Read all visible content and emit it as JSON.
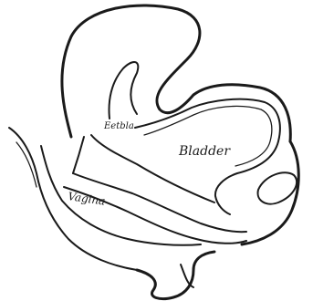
{
  "labels": {
    "uterus": "Eetbla",
    "bladder": "Bladder",
    "vagina": "Vagina"
  },
  "colors": {
    "ink": "#1a1a1a",
    "background": "#ffffff"
  }
}
